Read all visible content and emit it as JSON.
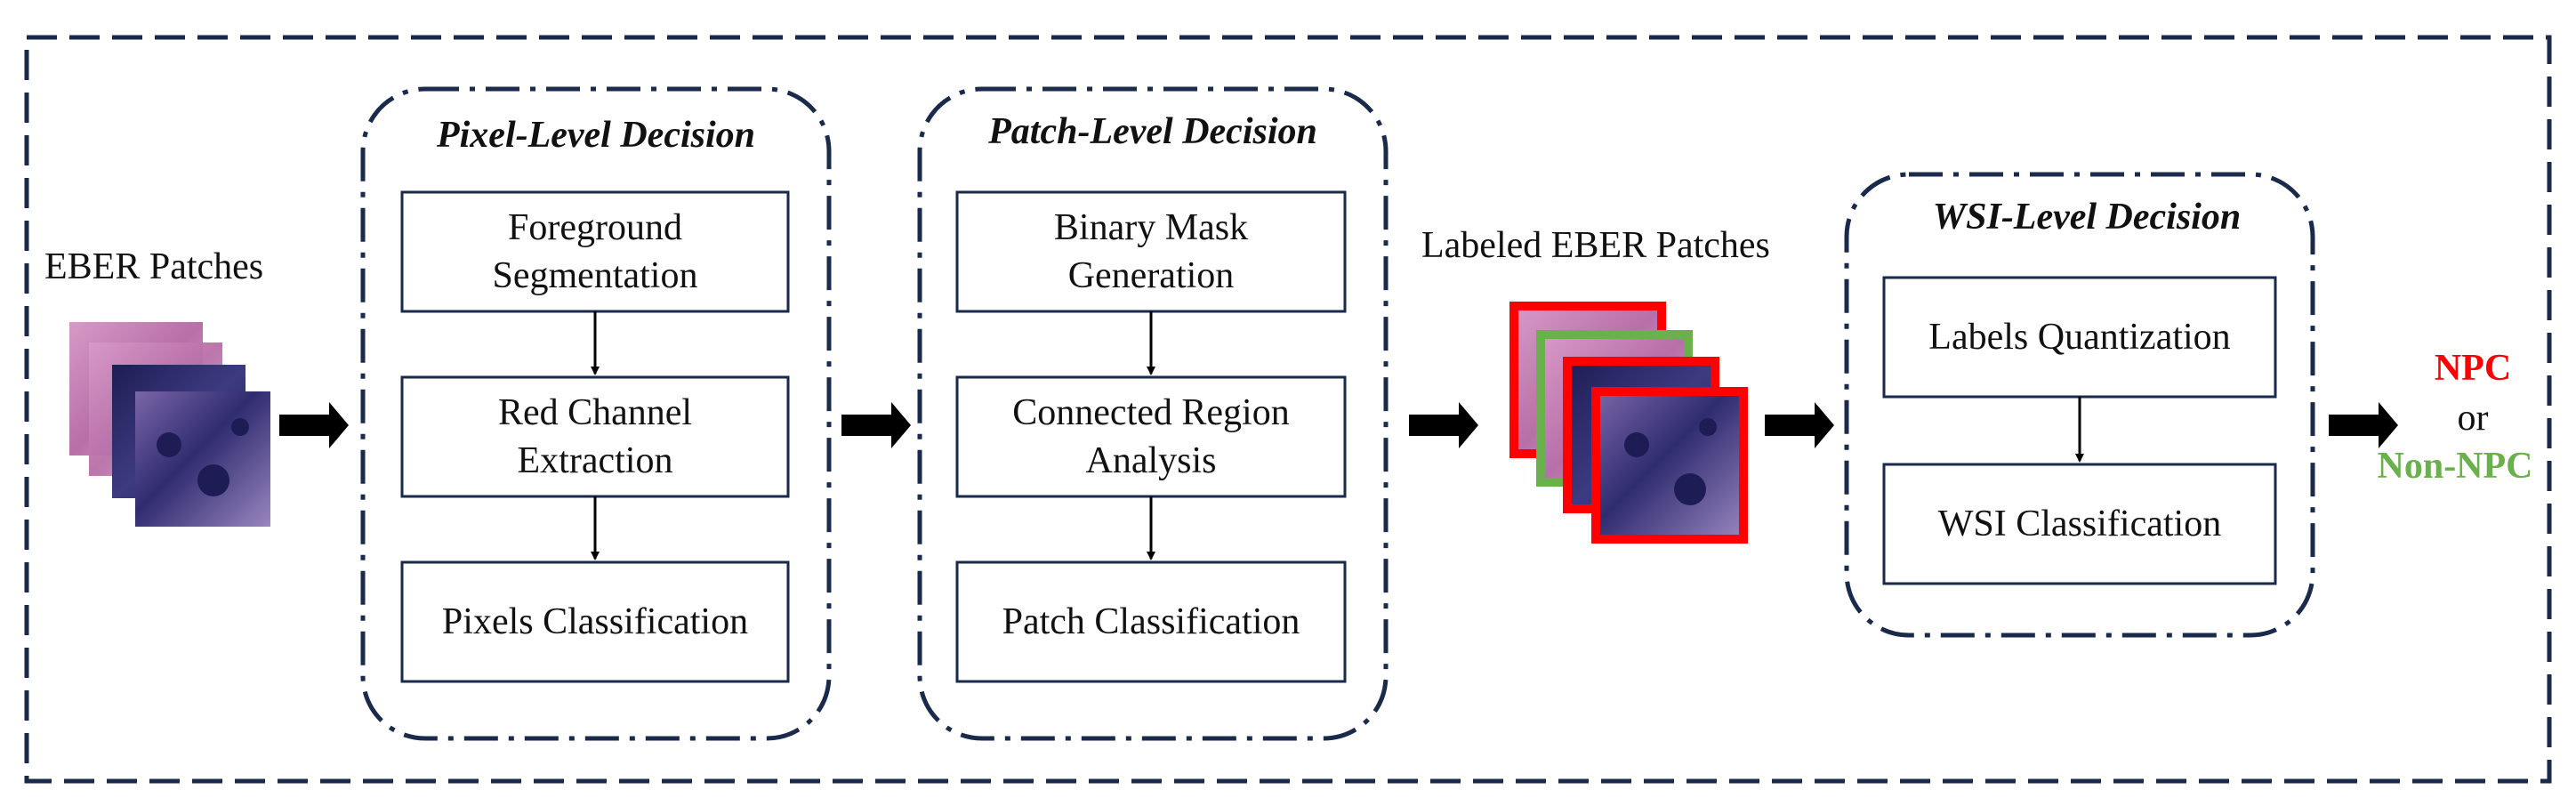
{
  "input_label": "EBER Patches",
  "labeled_label": "Labeled EBER Patches",
  "pixel_group": {
    "title": "Pixel-Level Decision",
    "steps": [
      {
        "line1": "Foreground",
        "line2": "Segmentation"
      },
      {
        "line1": "Red Channel",
        "line2": "Extraction"
      },
      {
        "line1": "Pixels Classification",
        "line2": ""
      }
    ]
  },
  "patch_group": {
    "title": "Patch-Level Decision",
    "steps": [
      {
        "line1": "Binary Mask",
        "line2": "Generation"
      },
      {
        "line1": "Connected Region",
        "line2": "Analysis"
      },
      {
        "line1": "Patch Classification",
        "line2": ""
      }
    ]
  },
  "wsi_group": {
    "title": "WSI-Level Decision",
    "steps": [
      {
        "line1": "Labels Quantization",
        "line2": ""
      },
      {
        "line1": "WSI Classification",
        "line2": ""
      }
    ]
  },
  "output": {
    "positive": "NPC",
    "connector": "or",
    "negative": "Non-NPC"
  },
  "colors": {
    "frame": "#1a2a4a",
    "positive": "#ff0000",
    "negative": "#6ab04c",
    "patch_pink": "#c77fb5",
    "patch_dark": "#2c2a6a"
  }
}
